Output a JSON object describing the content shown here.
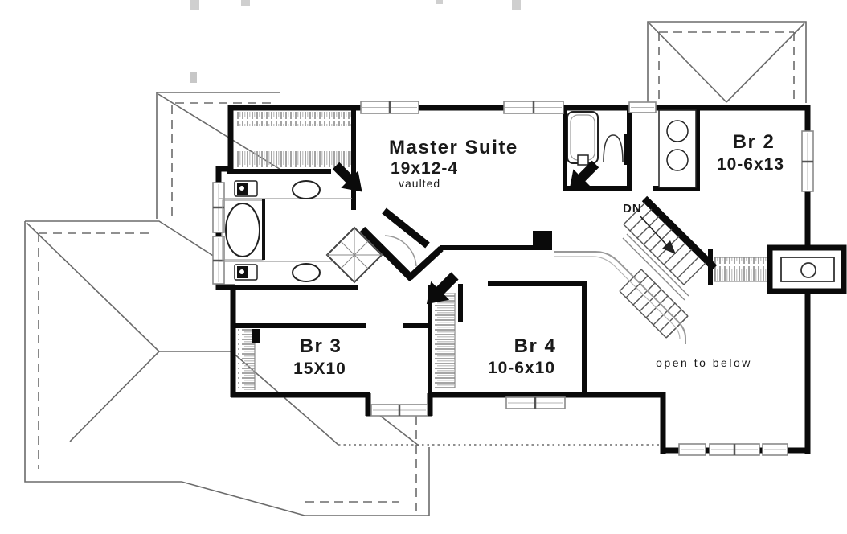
{
  "rooms": {
    "master_suite": {
      "name": "Master Suite",
      "dims": "19x12-4",
      "note": "vaulted"
    },
    "br2": {
      "name": "Br 2",
      "dims": "10-6x13"
    },
    "br3": {
      "name": "Br 3",
      "dims": "15X10"
    },
    "br4": {
      "name": "Br 4",
      "dims": "10-6x10"
    }
  },
  "annotations": {
    "stairs_down": "DN",
    "open_to_below": "open to below"
  },
  "colors": {
    "wall": "#0a0a0a",
    "roof_line": "#6b6b6b",
    "hatch": "#9a9a9a",
    "text": "#1a1a1a",
    "background": "#ffffff"
  }
}
